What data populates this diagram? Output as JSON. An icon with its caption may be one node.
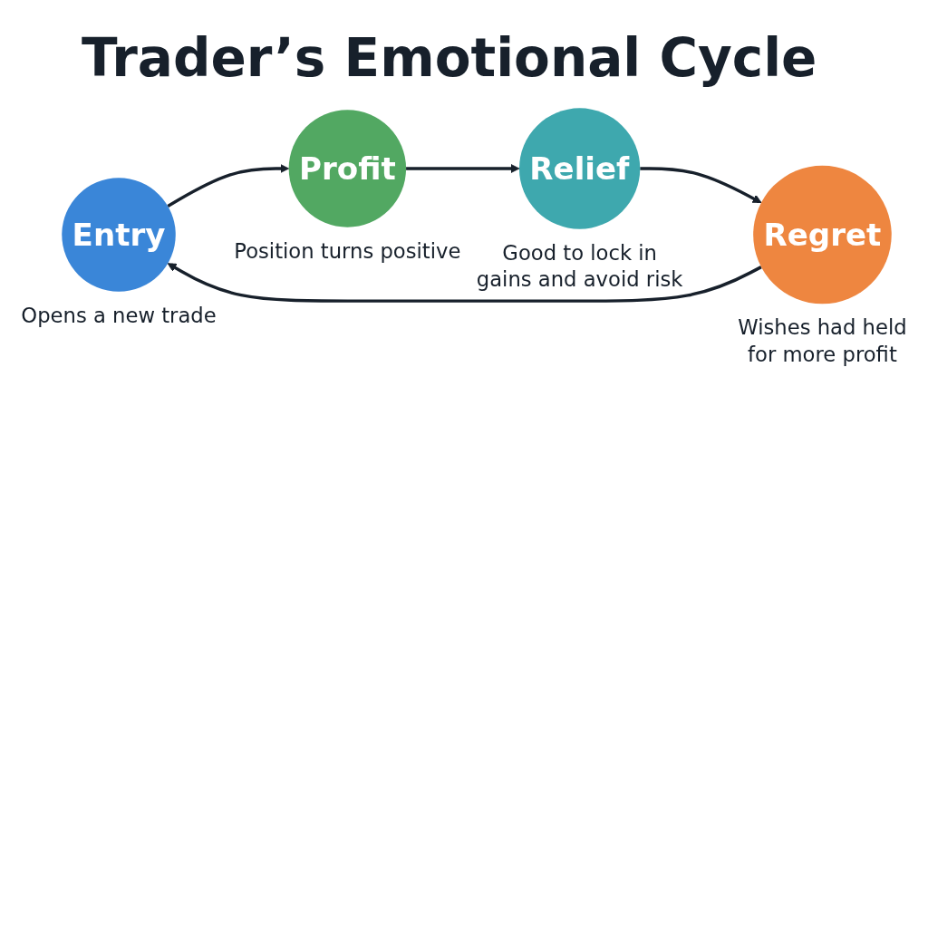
{
  "diagram": {
    "title": "Trader’s Emotional Cycle",
    "nodes": [
      {
        "text": [
          "Entry"
        ],
        "beside": [
          "Opens a new trade"
        ]
      },
      {
        "text": [
          "Profit"
        ],
        "beside": [
          "Position turns positive"
        ]
      },
      {
        "text": [
          "Relief"
        ],
        "beside": [
          "Good to lock in gains and avoid risk"
        ]
      },
      {
        "text": [
          "Regret"
        ],
        "beside": [
          "Wishes had held for more profit"
        ]
      }
    ],
    "edges": [
      {
        "from": 0,
        "to": 1,
        "arrow": "to"
      },
      {
        "from": 1,
        "to": 2,
        "arrow": "to"
      },
      {
        "from": 2,
        "to": 3,
        "arrow": "to"
      },
      {
        "from": 3,
        "to": 0,
        "arrow": "to"
      }
    ]
  }
}
